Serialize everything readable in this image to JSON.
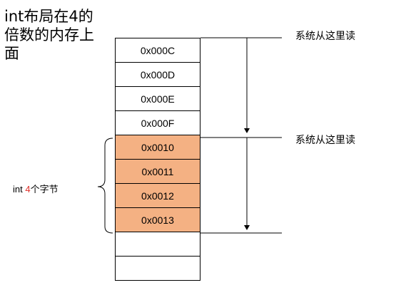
{
  "title": "int布局在4的倍数的内存上面",
  "memory_cells": [
    "0x000C",
    "0x000D",
    "0x000E",
    "0x000F",
    "0x0010",
    "0x0011",
    "0x0012",
    "0x0013",
    "",
    ""
  ],
  "highlighted_range": [
    4,
    7
  ],
  "read_labels": [
    "系统从这里读",
    "系统从这里读"
  ],
  "left_label": {
    "prefix": "int ",
    "number": "4",
    "suffix": "个字节"
  },
  "colors": {
    "highlight": "#f4b183",
    "number": "#e0302a"
  }
}
